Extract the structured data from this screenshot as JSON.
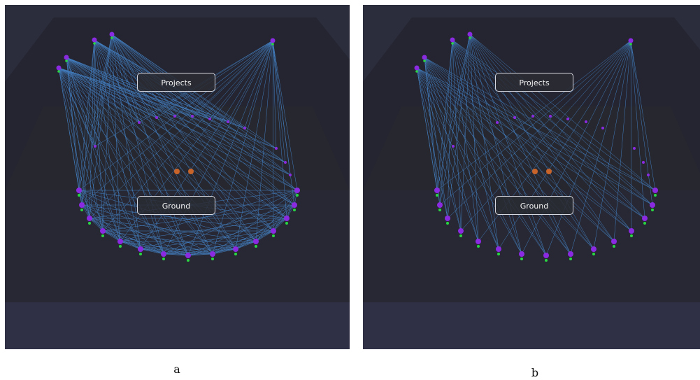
{
  "figure": {
    "panels": [
      {
        "id": "a",
        "caption": "a",
        "label_top": "Projects",
        "label_bottom": "Ground",
        "edge_mode": "dense"
      },
      {
        "id": "b",
        "caption": "b",
        "label_top": "Projects",
        "label_bottom": "Ground",
        "edge_mode": "sparse"
      }
    ],
    "colors": {
      "background": "#2b2c3c",
      "edge": "#4d9cf0",
      "node": "#8a2be2",
      "node_tip": "#29d642",
      "center_node": "#c8642a"
    }
  }
}
